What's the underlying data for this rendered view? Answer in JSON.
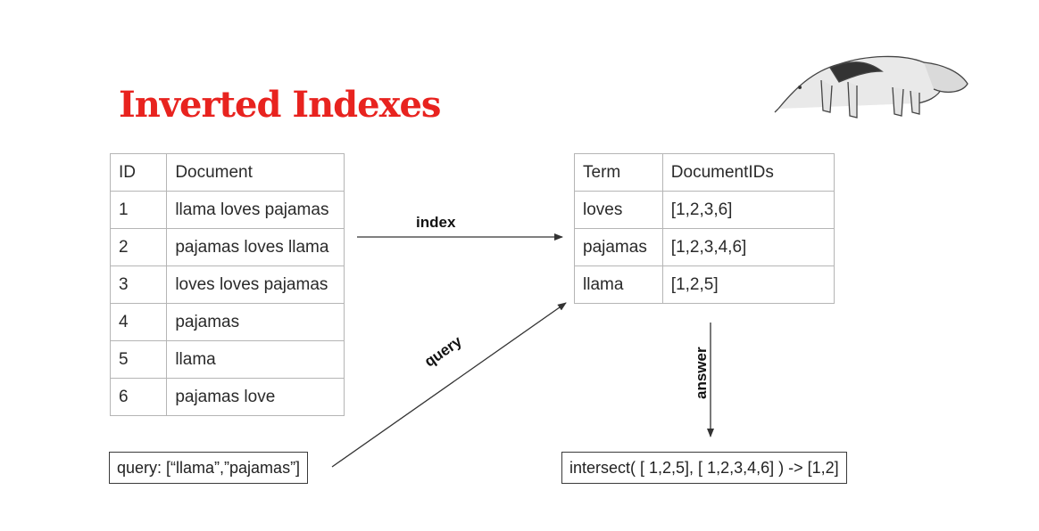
{
  "title": "Inverted Indexes",
  "colors": {
    "title": "#e8231f",
    "ink": "#222222",
    "grid": "#b5b5b5"
  },
  "doc_table": {
    "headers": [
      "ID",
      "Document"
    ],
    "rows": [
      [
        "1",
        "llama loves pajamas"
      ],
      [
        "2",
        "pajamas loves llama"
      ],
      [
        "3",
        "loves loves pajamas"
      ],
      [
        "4",
        "pajamas"
      ],
      [
        "5",
        "llama"
      ],
      [
        "6",
        "pajamas love"
      ]
    ]
  },
  "term_table": {
    "headers": [
      "Term",
      "DocumentIDs"
    ],
    "rows": [
      [
        "loves",
        "[1,2,3,6]"
      ],
      [
        "pajamas",
        "[1,2,3,4,6]"
      ],
      [
        "llama",
        "[1,2,5]"
      ]
    ]
  },
  "labels": {
    "index": "index",
    "query": "query",
    "answer": "answer"
  },
  "query_box": "query: [“llama”,”pajamas”]",
  "answer_box": "intersect( [ 1,2,5], [ 1,2,3,4,6] ) -> [1,2]",
  "illustration": "anteater-sketch"
}
